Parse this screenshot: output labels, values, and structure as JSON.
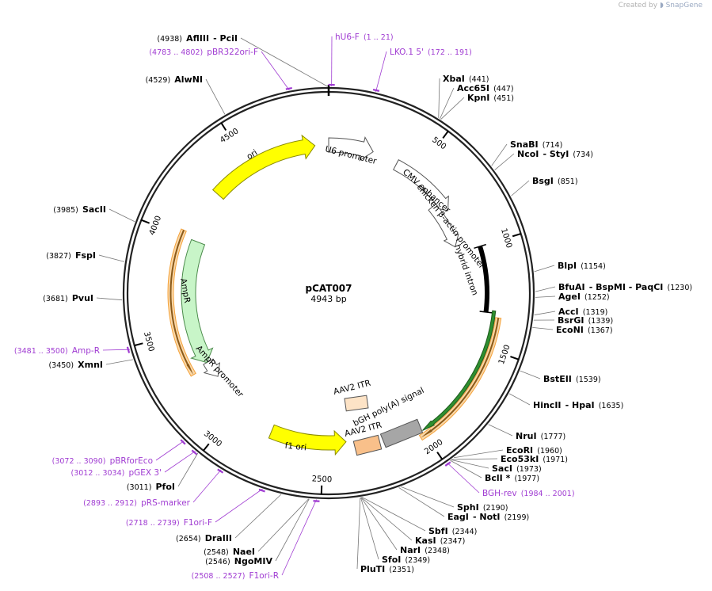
{
  "credit": {
    "created_by": "Created by",
    "brand": "SnapGene"
  },
  "plasmid": {
    "name": "pCAT007",
    "size": "4943 bp",
    "length": 4943
  },
  "colors": {
    "backbone": "#222222",
    "ori": "#ffff00",
    "ampr": "#c8f5c8",
    "primer": "#a03cd2",
    "promoter": "#ffffff",
    "itr_light": "#fde3c6",
    "itr_dark": "#f9c08a",
    "polyA": "#a6a6a6",
    "highlight": "#f4a23a",
    "green_orf": "#2f8f2f"
  },
  "ticks": [
    {
      "value": 500,
      "label": "500"
    },
    {
      "value": 1000,
      "label": "1000"
    },
    {
      "value": 1500,
      "label": "1500"
    },
    {
      "value": 2000,
      "label": "2000"
    },
    {
      "value": 2500,
      "label": "2500"
    },
    {
      "value": 3000,
      "label": "3000"
    },
    {
      "value": 3500,
      "label": "3500"
    },
    {
      "value": 4000,
      "label": "4000"
    },
    {
      "value": 4500,
      "label": "4500"
    }
  ],
  "features": [
    {
      "name": "ori",
      "label": "ori",
      "start": 4280,
      "end": 4870,
      "direction": "cw",
      "style": "ori"
    },
    {
      "name": "u6-promoter",
      "label": "U6 promoter",
      "start": 0,
      "end": 240,
      "direction": "cw",
      "style": "promoter"
    },
    {
      "name": "cmv-enhancer",
      "label": "CMV enhancer",
      "start": 380,
      "end": 760,
      "direction": "cw",
      "style": "promoter"
    },
    {
      "name": "chicken-b-actin-promoter",
      "label": "chicken β-actin promoter",
      "start": 690,
      "end": 960,
      "direction": "cw",
      "style": "promoter"
    },
    {
      "name": "hybrid-intron",
      "label": "hybrid intron",
      "start": 1000,
      "end": 1330,
      "direction": "cw",
      "style": "black"
    },
    {
      "name": "green-orf",
      "label": "",
      "start": 1320,
      "end": 2000,
      "direction": "cw",
      "style": "green"
    },
    {
      "name": "orange-highlight",
      "label": "",
      "start": 1350,
      "end": 2025,
      "direction": "cw",
      "style": "orange"
    },
    {
      "name": "f1-ori",
      "label": "f1 ori",
      "start": 2380,
      "end": 2780,
      "direction": "ccw",
      "style": "ori"
    },
    {
      "name": "ampr-promoter",
      "label": "AmpR promoter",
      "start": 3200,
      "end": 3300,
      "direction": "ccw",
      "style": "promoter"
    },
    {
      "name": "ampr",
      "label": "AmpR",
      "start": 3300,
      "end": 4000,
      "direction": "ccw",
      "style": "ampr"
    },
    {
      "name": "left-orange-highlight",
      "label": "",
      "start": 3280,
      "end": 4030,
      "direction": "ccw",
      "style": "orange"
    }
  ],
  "center_boxes": [
    {
      "name": "aav2-itr-box-top",
      "label": "AAV2 ITR",
      "style": "itr_light"
    },
    {
      "name": "aav2-itr-box-bottom",
      "label": "AAV2 ITR",
      "style": "itr_dark"
    },
    {
      "name": "bgh-polya-box",
      "label": "bGH poly(A) signal",
      "style": "polyA"
    }
  ],
  "labels": [
    {
      "name": "afliii-label",
      "kind": "site",
      "text": "AflIII",
      "extra": "- PciI",
      "pos": "(4938)",
      "site": 4938
    },
    {
      "name": "hu6-f-label",
      "kind": "primer",
      "text": "hU6-F",
      "pos": "(1 .. 21)",
      "site": 11
    },
    {
      "name": "pbr322ori-f-label",
      "kind": "primer",
      "text": "pBR322ori-F",
      "pos": "(4783 .. 4802)",
      "site": 4792
    },
    {
      "name": "lko-label",
      "kind": "primer",
      "text": "LKO.1 5'",
      "pos": "(172 .. 191)",
      "site": 181
    },
    {
      "name": "alwni-label",
      "kind": "site",
      "text": "AlwNI",
      "pos": "(4529)",
      "site": 4529
    },
    {
      "name": "xbai-label",
      "kind": "site",
      "text": "XbaI",
      "pos": "(441)",
      "site": 441
    },
    {
      "name": "acc65i-label",
      "kind": "site",
      "text": "Acc65I",
      "pos": "(447)",
      "site": 447
    },
    {
      "name": "kpni-label",
      "kind": "site",
      "text": "KpnI",
      "pos": "(451)",
      "site": 451
    },
    {
      "name": "snabi-label",
      "kind": "site",
      "text": "SnaBI",
      "pos": "(714)",
      "site": 714
    },
    {
      "name": "ncoi-label",
      "kind": "site",
      "text": "NcoI",
      "extra": "- StyI",
      "pos": "(734)",
      "site": 734
    },
    {
      "name": "bsgi-label",
      "kind": "site",
      "text": "BsgI",
      "pos": "(851)",
      "site": 851
    },
    {
      "name": "blpi-label",
      "kind": "site",
      "text": "BlpI",
      "pos": "(1154)",
      "site": 1154
    },
    {
      "name": "bfuai-label",
      "kind": "site",
      "text": "BfuAI",
      "extra": "- BspMI - PaqCI",
      "pos": "(1230)",
      "site": 1230
    },
    {
      "name": "agei-label",
      "kind": "site",
      "text": "AgeI",
      "pos": "(1252)",
      "site": 1252
    },
    {
      "name": "acci-label",
      "kind": "site",
      "text": "AccI",
      "pos": "(1319)",
      "site": 1319
    },
    {
      "name": "bsrgi-label",
      "kind": "site",
      "text": "BsrGI",
      "pos": "(1339)",
      "site": 1339
    },
    {
      "name": "econi-label",
      "kind": "site",
      "text": "EcoNI",
      "pos": "(1367)",
      "site": 1367
    },
    {
      "name": "bsteii-label",
      "kind": "site",
      "text": "BstEII",
      "pos": "(1539)",
      "site": 1539
    },
    {
      "name": "hincii-label",
      "kind": "site",
      "text": "HincII",
      "extra": "- HpaI",
      "pos": "(1635)",
      "site": 1635
    },
    {
      "name": "nrui-label",
      "kind": "site",
      "text": "NruI",
      "pos": "(1777)",
      "site": 1777
    },
    {
      "name": "ecori-label",
      "kind": "site",
      "text": "EcoRI",
      "pos": "(1960)",
      "site": 1960
    },
    {
      "name": "eco53ki-label",
      "kind": "site",
      "text": "Eco53kI",
      "pos": "(1971)",
      "site": 1971
    },
    {
      "name": "saci-label",
      "kind": "site",
      "text": "SacI",
      "pos": "(1973)",
      "site": 1973
    },
    {
      "name": "bcli-label",
      "kind": "site",
      "text": "BclI *",
      "pos": "(1977)",
      "site": 1977
    },
    {
      "name": "bgh-rev-label",
      "kind": "primer",
      "text": "BGH-rev",
      "pos": "(1984 .. 2001)",
      "site": 1992
    },
    {
      "name": "sphi-label",
      "kind": "site",
      "text": "SphI",
      "pos": "(2190)",
      "site": 2190
    },
    {
      "name": "eagi-label",
      "kind": "site",
      "text": "EagI",
      "extra": "- NotI",
      "pos": "(2199)",
      "site": 2199
    },
    {
      "name": "sbfi-label",
      "kind": "site",
      "text": "SbfI",
      "pos": "(2344)",
      "site": 2344
    },
    {
      "name": "kasi-label",
      "kind": "site",
      "text": "KasI",
      "pos": "(2347)",
      "site": 2347
    },
    {
      "name": "nari-label",
      "kind": "site",
      "text": "NarI",
      "pos": "(2348)",
      "site": 2348
    },
    {
      "name": "sfoi-label",
      "kind": "site",
      "text": "SfoI",
      "pos": "(2349)",
      "site": 2349
    },
    {
      "name": "pluti-label",
      "kind": "site",
      "text": "PluTI",
      "pos": "(2351)",
      "site": 2351
    },
    {
      "name": "f1ori-r-label",
      "kind": "primer",
      "text": "F1ori-R",
      "pos": "(2508 .. 2527)",
      "site": 2518
    },
    {
      "name": "ngomiv-label",
      "kind": "site",
      "text": "NgoMIV",
      "pos": "(2546)",
      "site": 2546
    },
    {
      "name": "naei-label",
      "kind": "site",
      "text": "NaeI",
      "pos": "(2548)",
      "site": 2548
    },
    {
      "name": "draiii-label",
      "kind": "site",
      "text": "DraIII",
      "pos": "(2654)",
      "site": 2654
    },
    {
      "name": "f1ori-f-label",
      "kind": "primer",
      "text": "F1ori-F",
      "pos": "(2718 .. 2739)",
      "site": 2728
    },
    {
      "name": "prs-marker-label",
      "kind": "primer",
      "text": "pRS-marker",
      "pos": "(2893 .. 2912)",
      "site": 2902
    },
    {
      "name": "pfoi-label",
      "kind": "site",
      "text": "PfoI",
      "pos": "(3011)",
      "site": 3011
    },
    {
      "name": "pgex3-label",
      "kind": "primer",
      "text": "pGEX 3'",
      "pos": "(3012 .. 3034)",
      "site": 3023
    },
    {
      "name": "pbrforeco-label",
      "kind": "primer",
      "text": "pBRforEco",
      "pos": "(3072 .. 3090)",
      "site": 3081
    },
    {
      "name": "xmni-label",
      "kind": "site",
      "text": "XmnI",
      "pos": "(3450)",
      "site": 3450
    },
    {
      "name": "amp-r-label",
      "kind": "primer",
      "text": "Amp-R",
      "pos": "(3481 .. 3500)",
      "site": 3490
    },
    {
      "name": "pvui-label",
      "kind": "site",
      "text": "PvuI",
      "pos": "(3681)",
      "site": 3681
    },
    {
      "name": "fspi-label",
      "kind": "site",
      "text": "FspI",
      "pos": "(3827)",
      "site": 3827
    },
    {
      "name": "sacii-label",
      "kind": "site",
      "text": "SacII",
      "pos": "(3985)",
      "site": 3985
    }
  ]
}
